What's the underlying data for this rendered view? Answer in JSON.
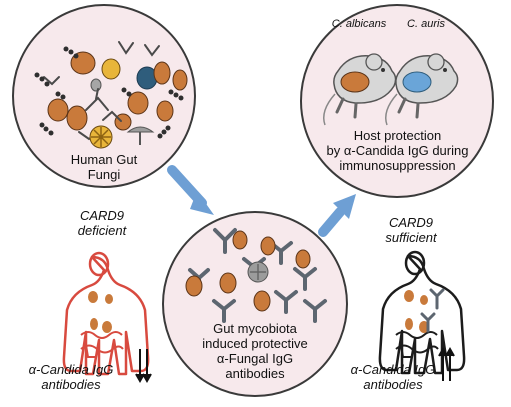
{
  "nodes": {
    "gut_fungi": {
      "label_line1": "Human Gut",
      "label_line2": "Fungi"
    },
    "mycobiota": {
      "label_line1": "Gut mycobiota",
      "label_line2": "induced protective",
      "label_line3": "α-Fungal IgG",
      "label_line4": "antibodies"
    },
    "host_protection": {
      "label_line1": "Host protection",
      "label_line2": "by α-Candida IgG during",
      "label_line3": "immunosuppression",
      "mouse1_label": "C. albicans",
      "mouse2_label": "C. auris"
    },
    "card9_deficient": {
      "title_line1": "CARD9",
      "title_line2": "deficient",
      "antibody_line1": "α-Candida IgG",
      "antibody_line2": "antibodies",
      "trend": "down"
    },
    "card9_sufficient": {
      "title_line1": "CARD9",
      "title_line2": "sufficient",
      "antibody_line1": "α-Candida IgG",
      "antibody_line2": "antibodies",
      "trend": "up"
    }
  },
  "colors": {
    "circle_fill": "#f7e9ec",
    "circle_stroke": "#3a3a3a",
    "fungi_orange": "#c97a3b",
    "fungi_yellow": "#e8b53a",
    "antibody_gray": "#5d6670",
    "arrow_blue": "#6e9fd4",
    "body_red": "#d84a3f",
    "body_black": "#1c1c1c",
    "mouse_blue": "#6aa5d8"
  }
}
